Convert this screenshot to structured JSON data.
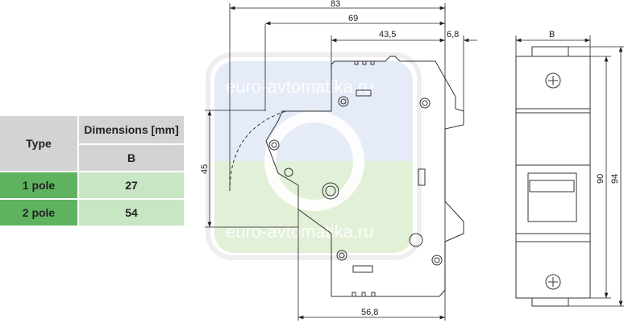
{
  "table": {
    "type_header": "Type",
    "dims_header": "Dimensions [mm]",
    "sub_header": "B",
    "rows": [
      {
        "type": "1 pole",
        "b": "27"
      },
      {
        "type": "2 pole",
        "b": "54"
      }
    ]
  },
  "drawing": {
    "dim_total_depth": "83",
    "dim_69": "69",
    "dim_43_5": "43,5",
    "dim_6_8": "6,8",
    "dim_45": "45",
    "dim_56_8": "56,8",
    "dim_width": "B",
    "dim_90": "90",
    "dim_94": "94",
    "watermark_top": "euro-avtomatika.ru",
    "watermark_bottom": "euro-avtomatika.ru"
  },
  "colors": {
    "type_cell": "#5fb35f",
    "value_cell": "#c8e6c4",
    "header": "#d3d3d3"
  }
}
